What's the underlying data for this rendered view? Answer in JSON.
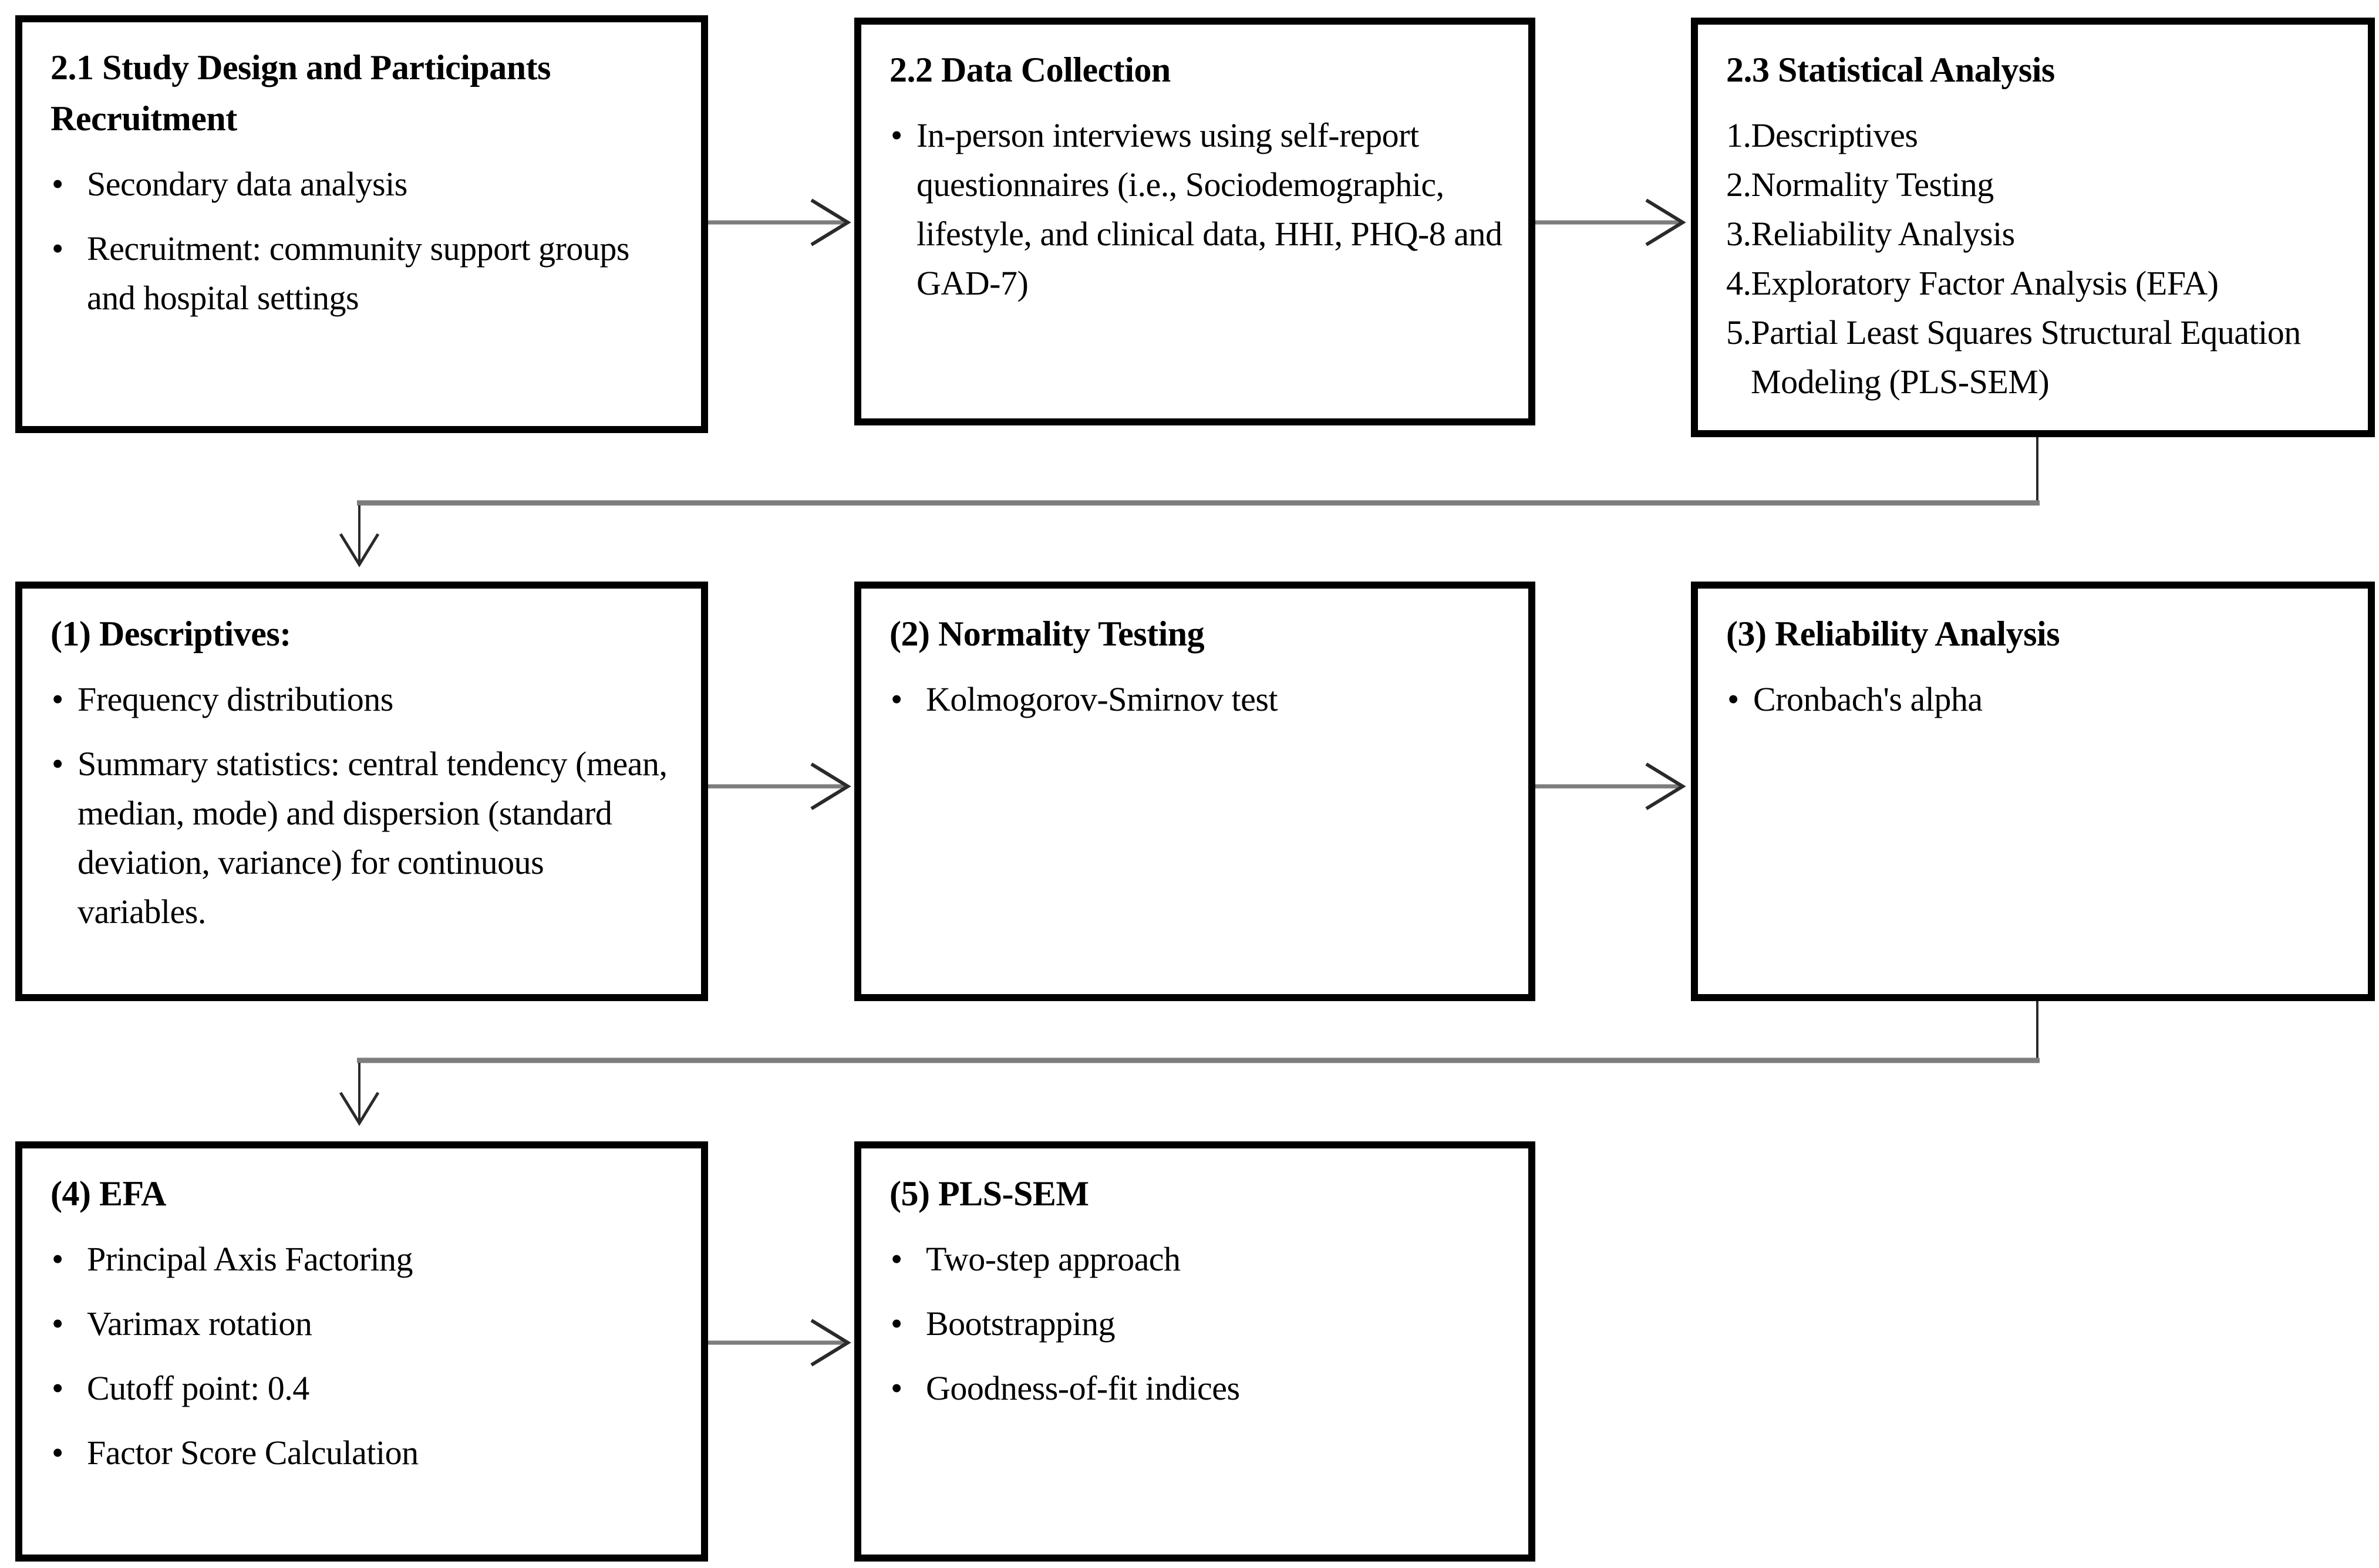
{
  "colors": {
    "background": "#ffffff",
    "text": "#000000",
    "box-border": "#000000",
    "arrow-line": "#7d7d7d",
    "arrow-head": "#2a2a2a"
  },
  "boxes": [
    {
      "id": "study-design",
      "title": "2.1 Study Design and Participants Recruitment",
      "items": [
        "Secondary data analysis",
        "Recruitment: community support groups and hospital settings"
      ]
    },
    {
      "id": "data-collection",
      "title": "2.2 Data Collection",
      "items": [
        "In-person interviews using self-report questionnaires (i.e., Sociodemographic, lifestyle, and clinical data, HHI, PHQ-8 and GAD-7)"
      ]
    },
    {
      "id": "statistical-analysis",
      "title": "2.3 Statistical Analysis",
      "items": [
        "1.Descriptives",
        "2.Normality Testing",
        "3.Reliability Analysis",
        "4.Exploratory Factor Analysis (EFA)",
        "5.Partial Least Squares Structural Equation Modeling (PLS-SEM)"
      ]
    },
    {
      "id": "descriptives",
      "title": "(1) Descriptives:",
      "items": [
        "Frequency distributions",
        "Summary statistics: central tendency (mean, median, mode) and dispersion (standard deviation, variance) for continuous variables."
      ]
    },
    {
      "id": "normality-testing",
      "title": "(2) Normality Testing",
      "items": [
        "Kolmogorov-Smirnov test"
      ]
    },
    {
      "id": "reliability-analysis",
      "title": "(3) Reliability Analysis",
      "items": [
        "Cronbach's alpha"
      ]
    },
    {
      "id": "efa",
      "title": "(4) EFA",
      "items": [
        "Principal Axis Factoring",
        "Varimax rotation",
        "Cutoff point: 0.4",
        "Factor Score Calculation"
      ]
    },
    {
      "id": "pls-sem",
      "title": "(5) PLS-SEM",
      "items": [
        "Two-step approach",
        "Bootstrapping",
        "Goodness-of-fit indices"
      ]
    }
  ]
}
